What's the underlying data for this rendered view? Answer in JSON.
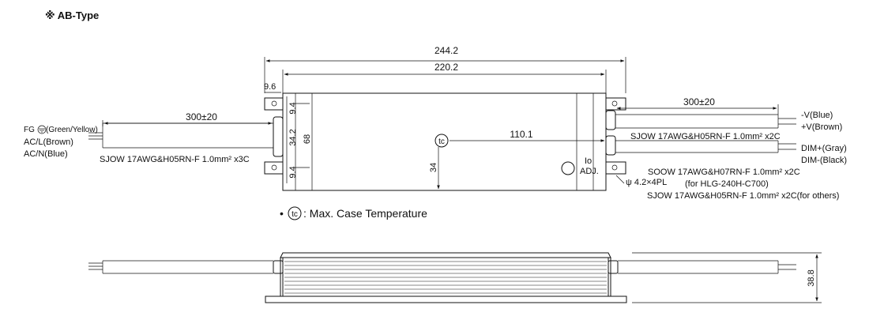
{
  "title": "※ AB-Type",
  "dimensions": {
    "overall_length": "244.2",
    "body_length": "220.2",
    "end_offset": "9.6",
    "cable_left": "300±20",
    "cable_right": "300±20",
    "mount_offset_top": "9.4",
    "mount_offset_bottom": "9.4",
    "mount_spacing": "34.2",
    "body_width": "68",
    "half_width": "34",
    "tc_position": "110.1",
    "height": "38.8"
  },
  "labels": {
    "fg": "FG",
    "fg_color": "(Green/Yellow)",
    "acl": "AC/L(Brown)",
    "acn": "AC/N(Blue)",
    "input_cable": "SJOW 17AWG&H05RN-F 1.0mm² x3C",
    "v_minus": "-V(Blue)",
    "v_plus": "+V(Brown)",
    "output_cable": "SJOW 17AWG&H05RN-F 1.0mm² x2C",
    "dim_plus": "DIM+(Gray)",
    "dim_minus": "DIM-(Black)",
    "io": "Io",
    "adj": "ADJ.",
    "soow": "SOOW 17AWG&H07RN-F 1.0mm² x2C",
    "hole": "ψ 4.2×4PL",
    "for_c700": "(for HLG-240H-C700)",
    "sjow_others": "SJOW  17AWG&H05RN-F 1.0mm² x2C(for others)",
    "tc_symbol": "tc",
    "tc_legend": ": Max. Case Temperature",
    "bullet": "•"
  }
}
